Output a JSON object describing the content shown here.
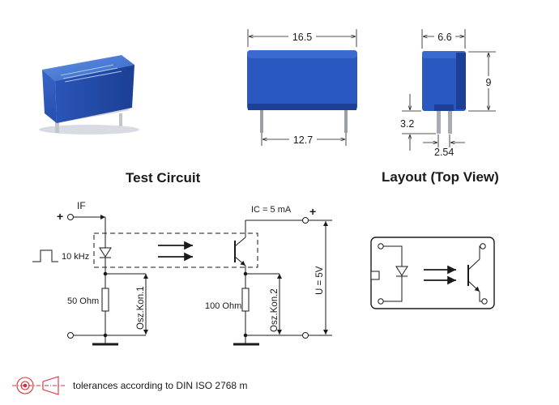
{
  "headings": {
    "test_circuit": "Test Circuit",
    "layout_top_view": "Layout (Top View)"
  },
  "dimensions": {
    "body_length": "16.5",
    "pin_spacing_long": "12.7",
    "body_width": "6.6",
    "body_height": "9",
    "pin_length": "3.2",
    "pin_spacing_short": "2.54"
  },
  "circuit": {
    "if_label": "IF",
    "plus_left": "+",
    "pulse_label": "10 kHz",
    "resistor_left": "50 Ohm",
    "scope_left": "Osz.Kon.1",
    "ic_label": "IC = 5 mA",
    "plus_right": "+",
    "resistor_right": "100 Ohm",
    "scope_right": "Osz.Kon.2",
    "voltage": "U = 5V"
  },
  "footer": {
    "tolerance_text": "tolerances according to DIN ISO 2768 m"
  },
  "colors": {
    "relay_blue": "#2b58c0",
    "relay_blue_dark": "#1d3f96",
    "projection_symbol": "#d9303a",
    "line": "#1a1a1a"
  }
}
